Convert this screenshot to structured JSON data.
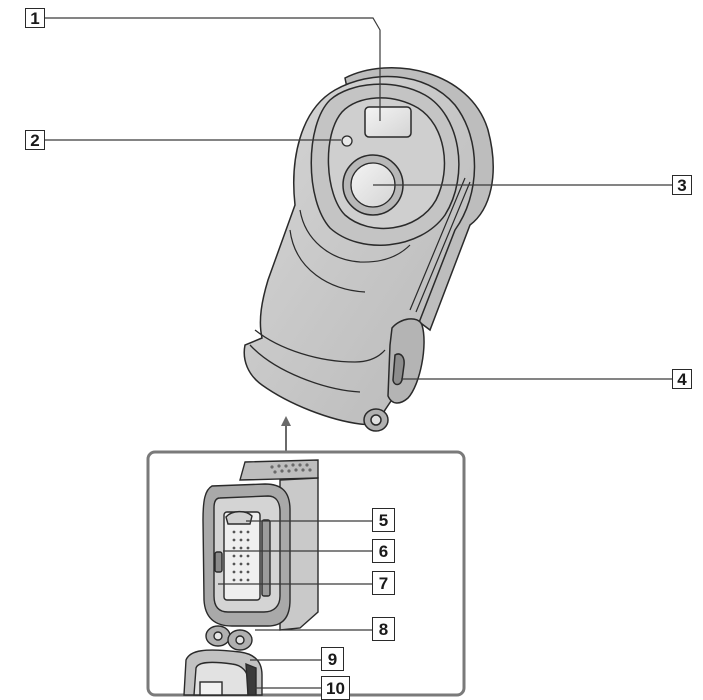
{
  "callouts": {
    "c1": "1",
    "c2": "2",
    "c3": "3",
    "c4": "4",
    "c5": "5",
    "c6": "6",
    "c7": "7",
    "c8": "8",
    "c9": "9",
    "c10": "10"
  },
  "colors": {
    "body_gray": "#c9c9c9",
    "outline": "#2a2a2a",
    "inset_frame": "#7a7a7a",
    "leader_line": "#3a3a3a"
  }
}
